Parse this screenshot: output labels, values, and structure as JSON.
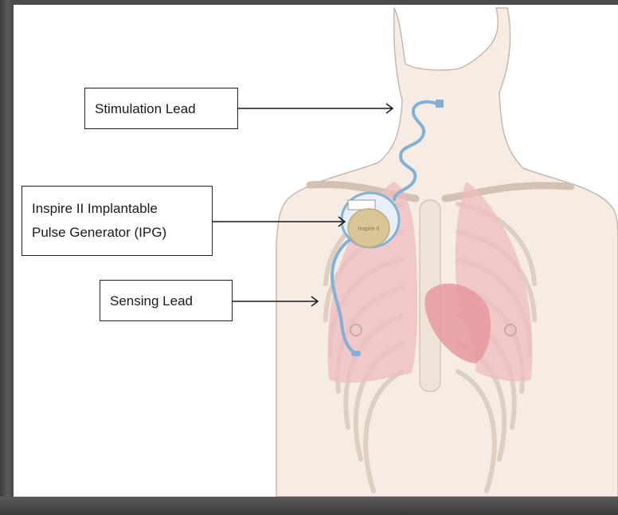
{
  "labels": {
    "stimulation_lead": "Stimulation Lead",
    "ipg": "Inspire II Implantable\nPulse Generator (IPG)",
    "sensing_lead": "Sensing Lead"
  },
  "device_text": "Inspire II",
  "colors": {
    "skin": "#f6ece4",
    "outline": "#c9b8ab",
    "lung": "#efbcc0",
    "heart": "#e59aa0",
    "lead": "#7fb2d6",
    "device": "#d9c697"
  }
}
